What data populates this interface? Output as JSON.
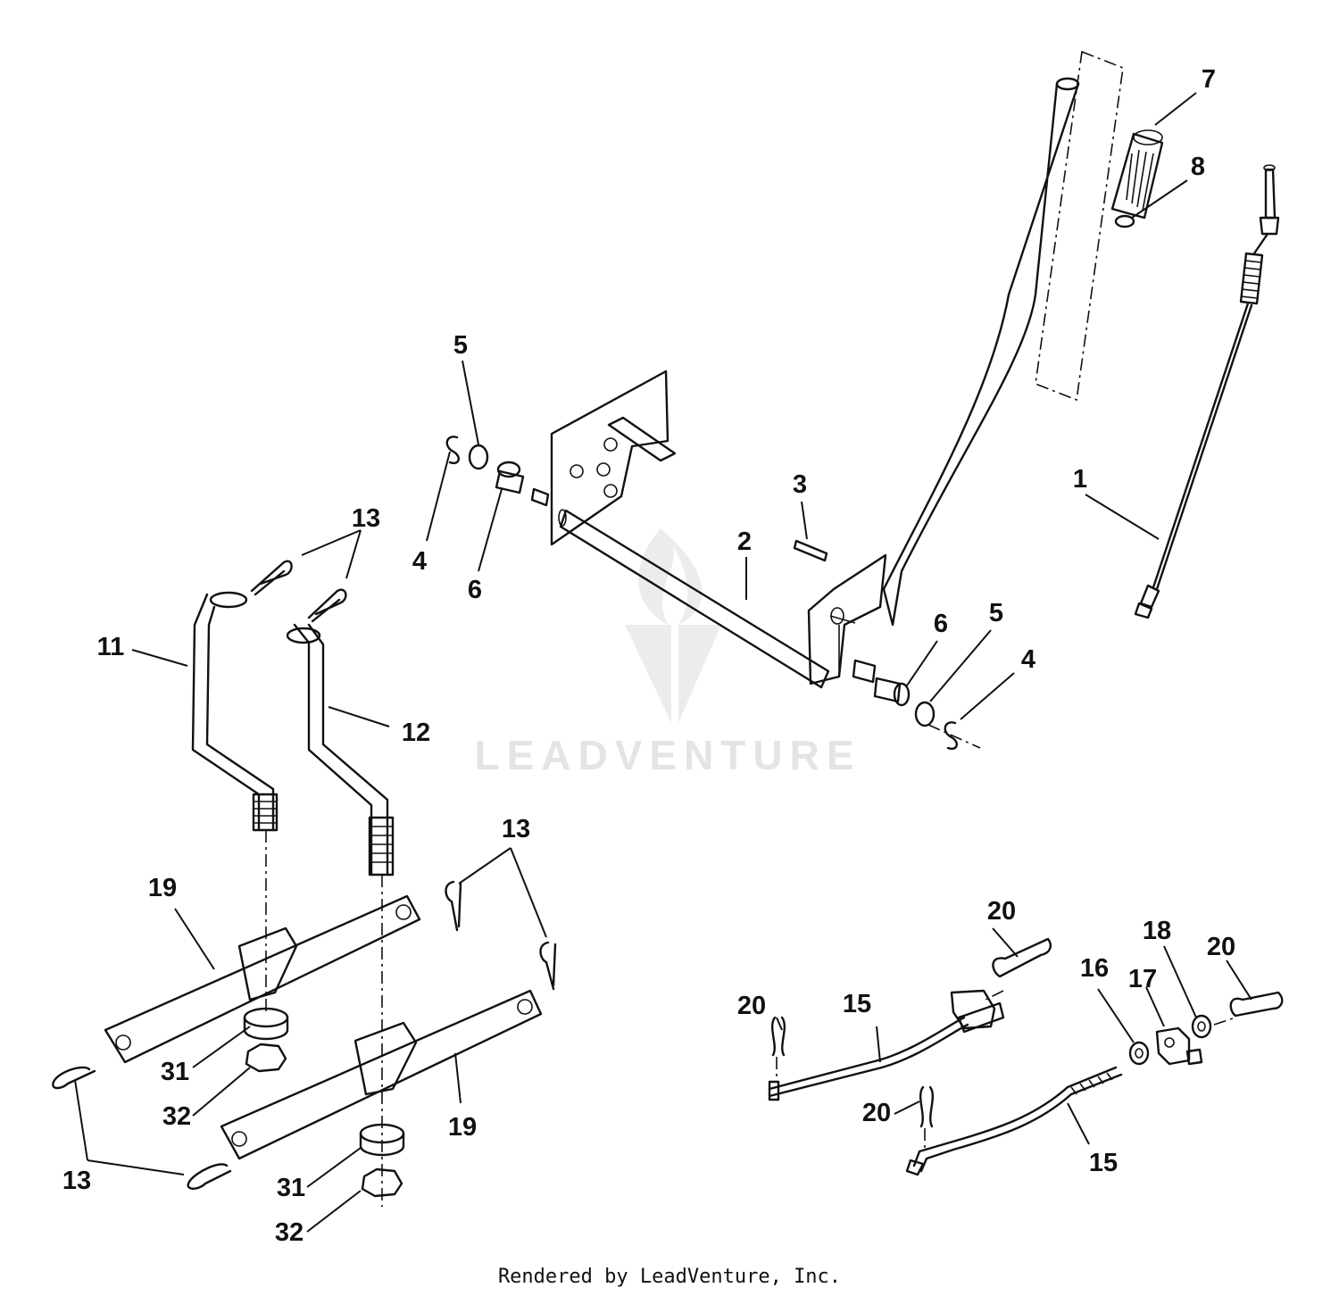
{
  "diagram": {
    "callouts": {
      "c1": "1",
      "c2": "2",
      "c3": "3",
      "c4a": "4",
      "c4b": "4",
      "c5a": "5",
      "c5b": "5",
      "c6a": "6",
      "c6b": "6",
      "c7": "7",
      "c8": "8",
      "c11": "11",
      "c12": "12",
      "c13a": "13",
      "c13b": "13",
      "c13c": "13",
      "c15a": "15",
      "c15b": "15",
      "c16": "16",
      "c17": "17",
      "c18": "18",
      "c19a": "19",
      "c19b": "19",
      "c20a": "20",
      "c20b": "20",
      "c20c": "20",
      "c20d": "20",
      "c31a": "31",
      "c31b": "31",
      "c32a": "32",
      "c32b": "32"
    },
    "watermark": "LEADVENTURE",
    "credit": "Rendered by LeadVenture, Inc."
  }
}
